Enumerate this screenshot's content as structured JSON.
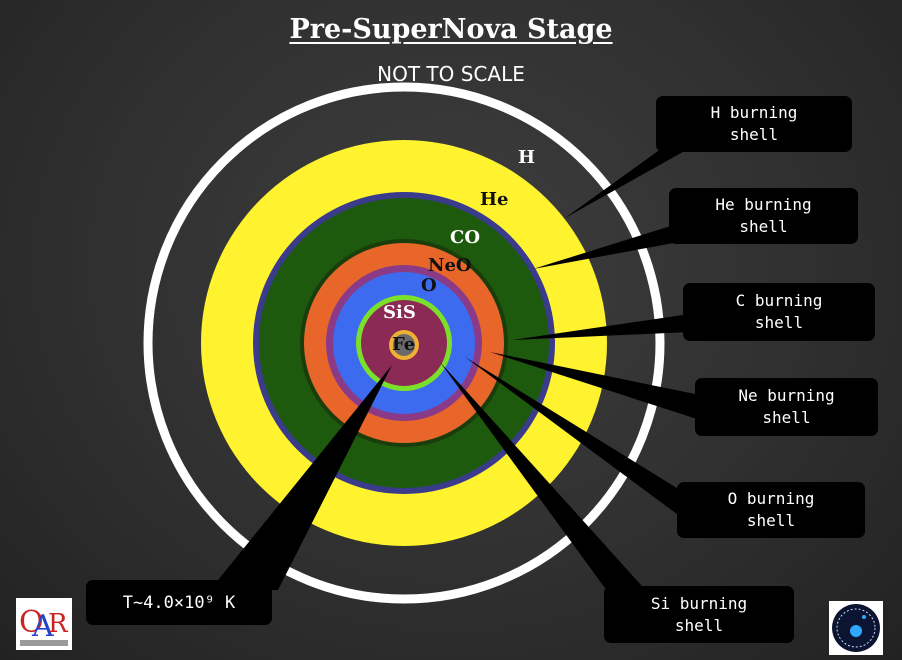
{
  "title": "Pre-SuperNova Stage",
  "subtitle": "NOT TO SCALE",
  "shells": {
    "h": "H",
    "he": "He",
    "co": "CO",
    "neo": "NeO",
    "o": "O",
    "sis": "SiS",
    "fe": "Fe"
  },
  "callouts": {
    "h_burning": "H burning\nshell",
    "he_burning": "He burning\nshell",
    "c_burning": "C burning\nshell",
    "ne_burning": "Ne burning\nshell",
    "o_burning": "O burning\nshell",
    "si_burning": "Si burning\nshell",
    "temperature": "T~4.0×10⁹ K"
  },
  "logos": {
    "left": "OAR",
    "right": "INAF"
  },
  "colors": {
    "outer_ring": "#ffffff",
    "h_layer": "#333333",
    "he_layer": "#fff22e",
    "boundary_blue": "#3a3b8a",
    "co_layer": "#1e5a0d",
    "neo_layer": "#e8662a",
    "boundary_purple": "#8a3a86",
    "o_layer": "#3c6bf0",
    "si_boundary": "#7be02a",
    "sis_layer": "#8b2a55",
    "fe_ring": "#f0b030",
    "fe_core": "#6a6a6a"
  }
}
